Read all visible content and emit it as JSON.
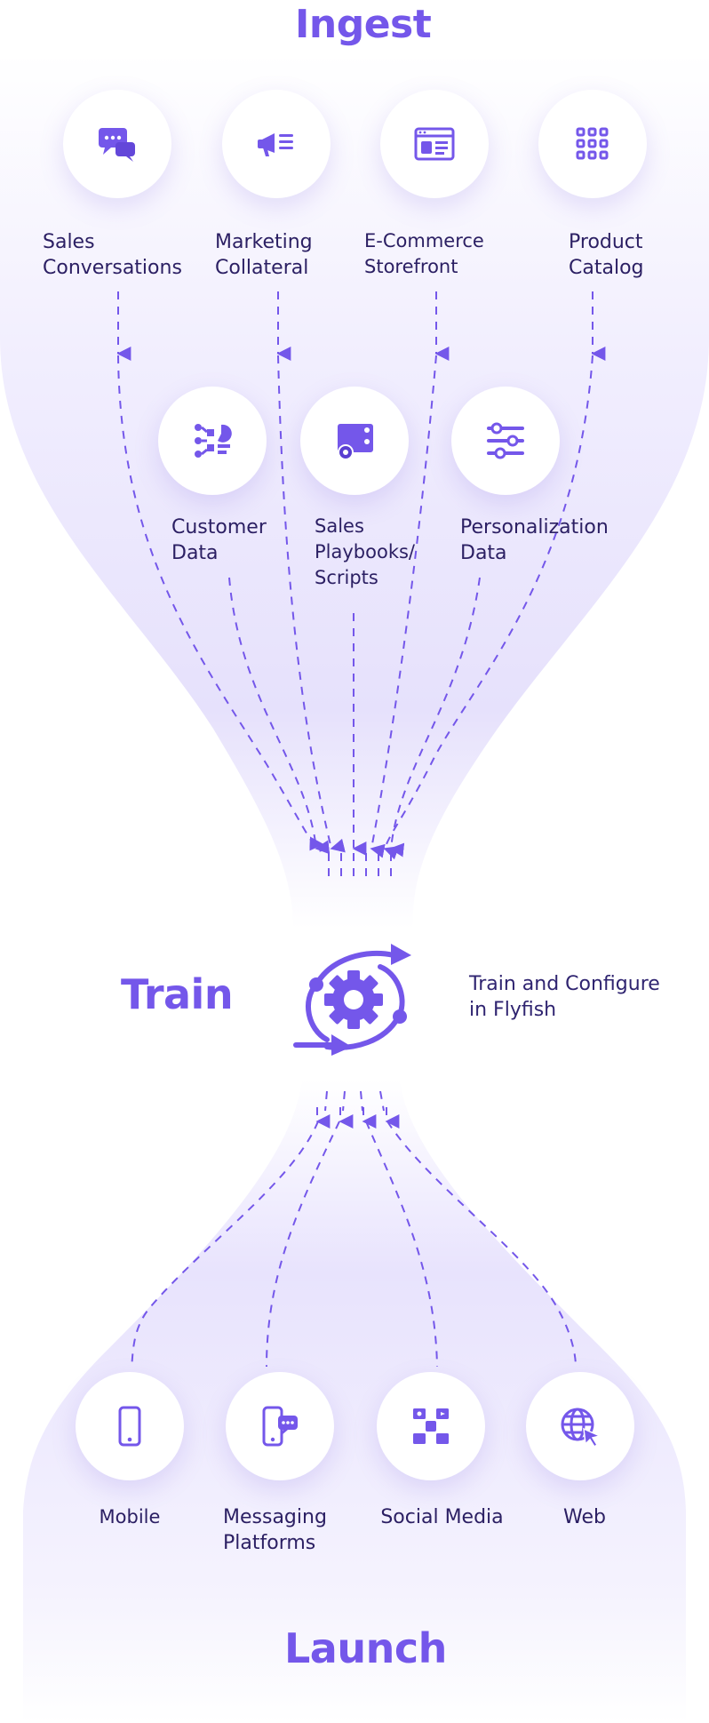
{
  "headings": {
    "ingest": "Ingest",
    "train": "Train",
    "launch": "Launch"
  },
  "train_caption": [
    "Train and Configure",
    "in Flyfish"
  ],
  "ingest_sources": [
    {
      "label": [
        "Sales",
        "Conversations"
      ],
      "icon": "chat-bubbles-icon"
    },
    {
      "label": [
        "Marketing",
        "Collateral"
      ],
      "icon": "megaphone-icon"
    },
    {
      "label": [
        "E-Commerce",
        "Storefront"
      ],
      "icon": "storefront-window-icon"
    },
    {
      "label": [
        "Product",
        "Catalog"
      ],
      "icon": "catalog-grid-icon"
    },
    {
      "label": [
        "Customer",
        "Data"
      ],
      "icon": "customer-data-icon"
    },
    {
      "label": [
        "Sales",
        "Playbooks/",
        "Scripts"
      ],
      "icon": "playbook-icon"
    },
    {
      "label": [
        "Personalization",
        "Data"
      ],
      "icon": "sliders-icon"
    }
  ],
  "channels": [
    {
      "label": [
        "Mobile"
      ],
      "icon": "mobile-phone-icon"
    },
    {
      "label": [
        "Messaging",
        "Platforms"
      ],
      "icon": "messaging-phone-icon"
    },
    {
      "label": [
        "Social Media"
      ],
      "icon": "social-media-icon"
    },
    {
      "label": [
        "Web"
      ],
      "icon": "globe-cursor-icon"
    }
  ],
  "train_icon": "gear-cycle-icon",
  "colors": {
    "accent": "#7457ea",
    "text": "#2b1f63",
    "funnel": "#ece8fd"
  }
}
